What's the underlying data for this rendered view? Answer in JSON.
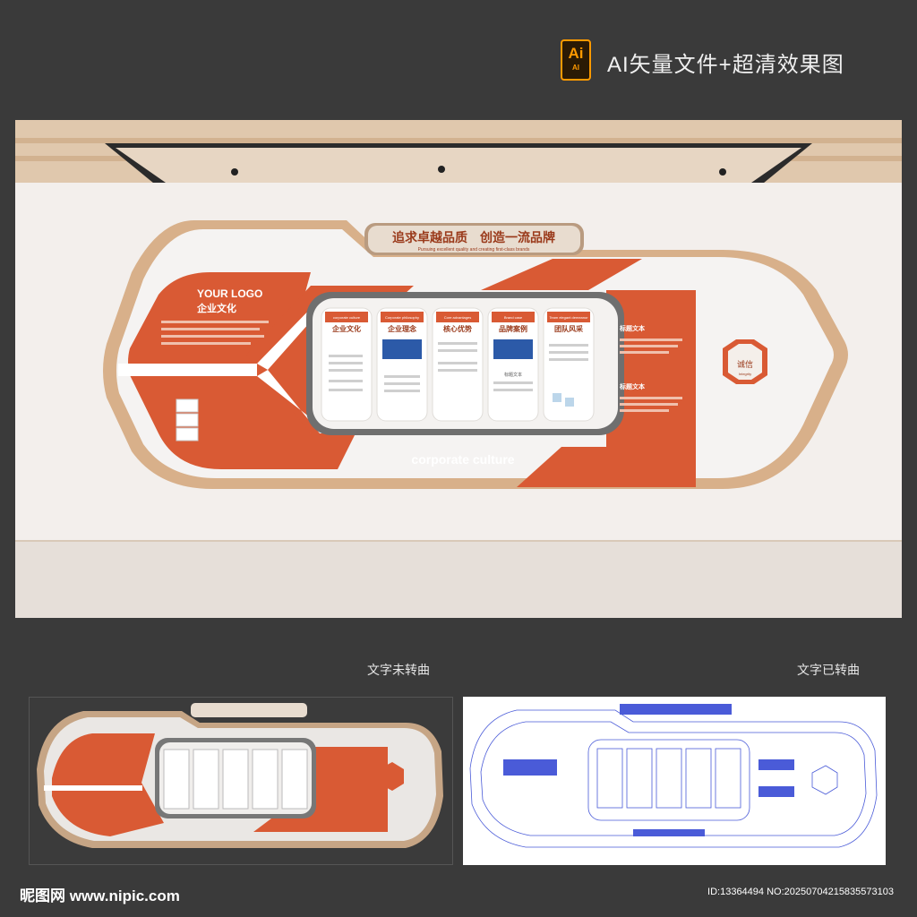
{
  "header": {
    "badge_main": "Ai",
    "badge_sub": "AI",
    "caption": "AI矢量文件+超清效果图"
  },
  "wall": {
    "title": "追求卓越品质　创造一流品牌",
    "subtitle": "Pursuing excellent quality and creating first-class brands",
    "logo": "YOUR LOGO",
    "company_culture": "企业文化",
    "banner_en": "corporate culture",
    "hex_label": "诚信",
    "hex_sub": "Integrity",
    "right_heading_1": "标题文本",
    "right_heading_2": "标题文本",
    "panels": [
      {
        "en": "corporate culture",
        "cn": "企业文化"
      },
      {
        "en": "Corporate philosophy",
        "cn": "企业理念"
      },
      {
        "en": "Core advantages",
        "cn": "核心优势"
      },
      {
        "en": "Brand case",
        "cn": "品牌案例"
      },
      {
        "en": "Team elegant demeanor",
        "cn": "团队风采"
      }
    ],
    "panel_heading": "标题文本"
  },
  "labels": {
    "left_caption": "文字未转曲",
    "right_caption": "文字已转曲"
  },
  "footer": {
    "logo_text": "昵图网 www.nipic.com",
    "id_text": "ID:13364494 NO:20250704215835573103"
  },
  "colors": {
    "accent": "#d95a34",
    "badge_orange": "#ff9a00",
    "wood": "#d9b28e"
  }
}
